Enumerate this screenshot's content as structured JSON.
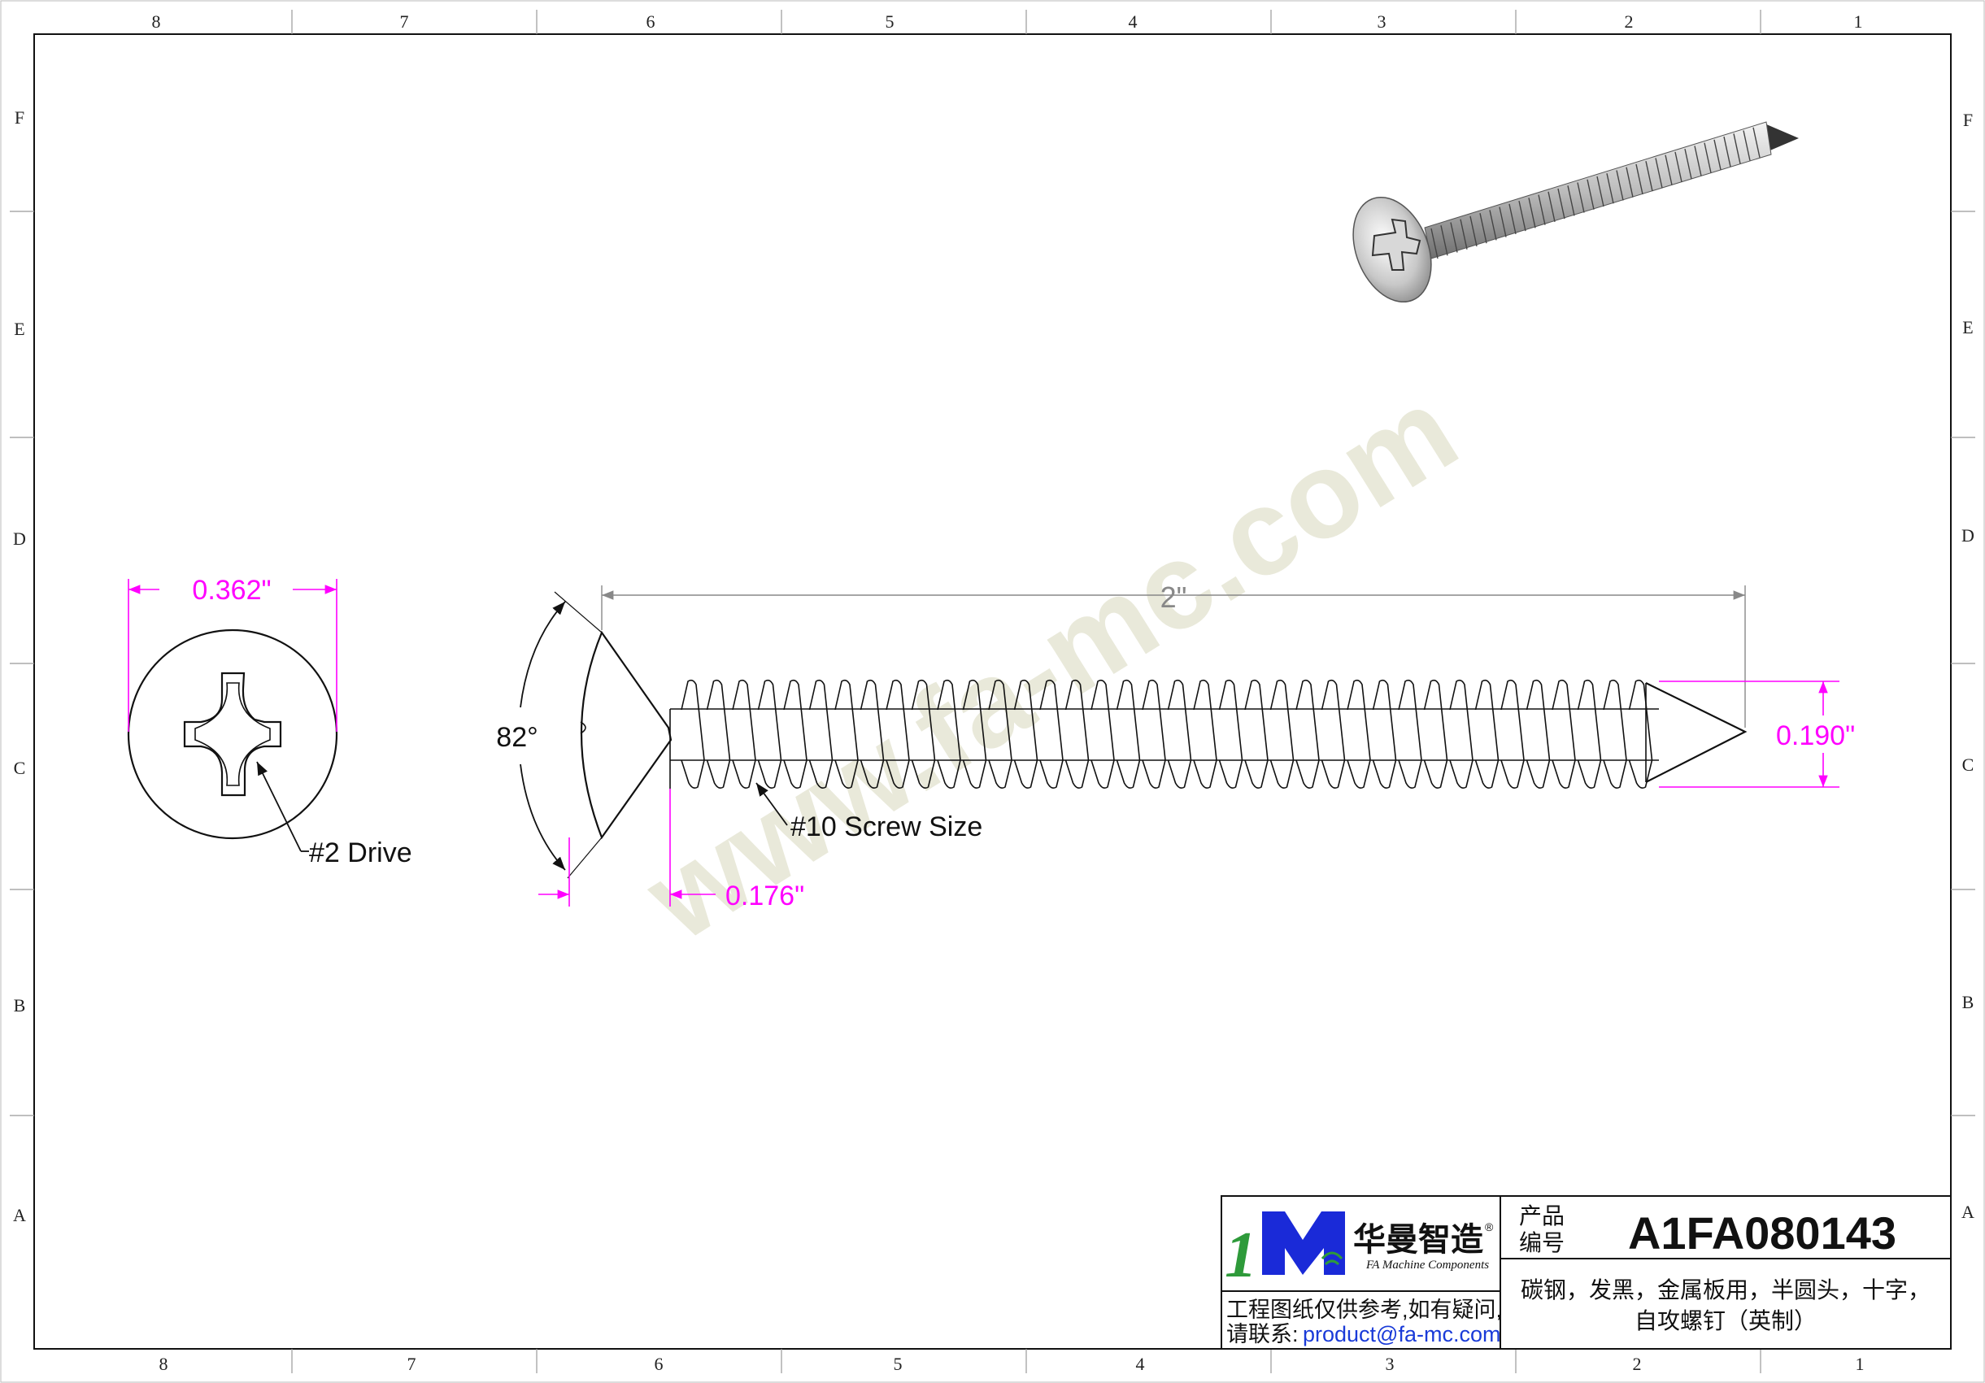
{
  "drawing": {
    "zones": {
      "columns": [
        "8",
        "7",
        "6",
        "5",
        "4",
        "3",
        "2",
        "1"
      ],
      "rows": [
        "F",
        "E",
        "D",
        "C",
        "B",
        "A"
      ]
    },
    "watermark": "www.fa-mc.com",
    "front_view": {
      "head_diameter": "0.362\"",
      "drive_note": "#2 Drive"
    },
    "side_view": {
      "length": "2\"",
      "head_angle": "82°",
      "head_height": "0.176\"",
      "thread_diameter": "0.190\"",
      "screw_size_note": "#10 Screw Size"
    }
  },
  "title_block": {
    "logo_mark": "1M",
    "brand_cn": "华曼智造",
    "brand_registered": "®",
    "brand_en": "FA Machine Components",
    "product_no_label_line1": "产品",
    "product_no_label_line2": "编号",
    "product_no": "A1FA080143",
    "description_line1": "碳钢，发黑，金属板用，半圆头，十字，",
    "description_line2": "自攻螺钉（英制）",
    "disclaimer_line1": "工程图纸仅供参考,如有疑问,",
    "contact_label": "请联系:",
    "contact_email": "product@fa-mc.com"
  },
  "colors": {
    "dimension": "#ff00ff",
    "line": "#111111",
    "reference": "#888888",
    "watermark": "#e6e6d4",
    "logo_green": "#2e9a3a",
    "logo_blue": "#1a2ad8",
    "email": "#1a3bd8"
  }
}
